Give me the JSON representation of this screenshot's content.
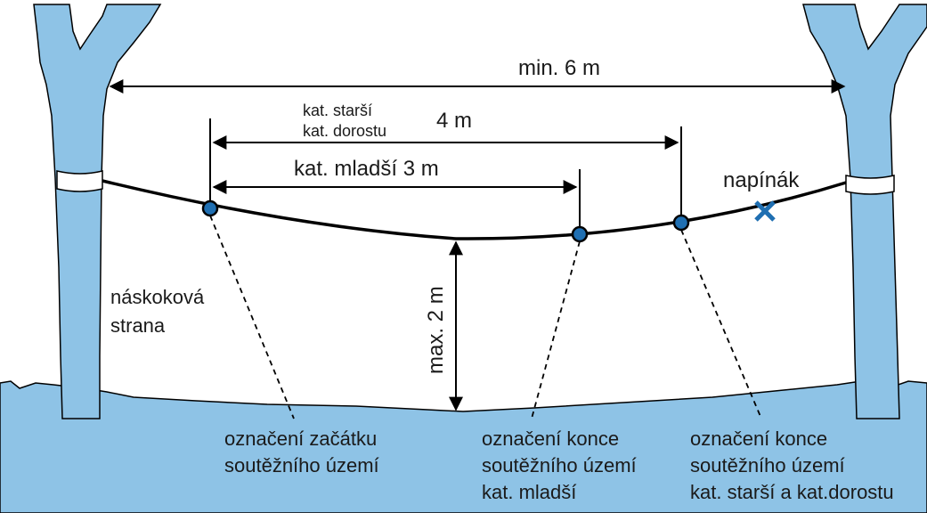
{
  "colors": {
    "water": "#8ec3e6",
    "line": "#000000",
    "marker_fill": "#1f6fb2",
    "tensioner": "#1f6fb2"
  },
  "labels": {
    "min_distance": "min. 6 m",
    "cat_older_line1": "kat. starší",
    "cat_older_line2": "kat. dorostu",
    "dist_4m": "4 m",
    "cat_younger": "kat. mladší 3 m",
    "tensioner": "napínák",
    "max_height": "max. 2 m",
    "takeoff_line1": "náskoková",
    "takeoff_line2": "strana"
  },
  "bottom_captions": {
    "start": [
      "označení začátku",
      "soutěžního území"
    ],
    "end_younger": [
      "označení konce",
      "soutěžního území",
      "kat. mladší"
    ],
    "end_older": [
      "označení konce",
      "soutěžního území",
      "kat. starší a kat.dorostu"
    ]
  },
  "icons": {
    "tensioner": "x-mark-icon",
    "marker": "circle-marker-icon"
  }
}
